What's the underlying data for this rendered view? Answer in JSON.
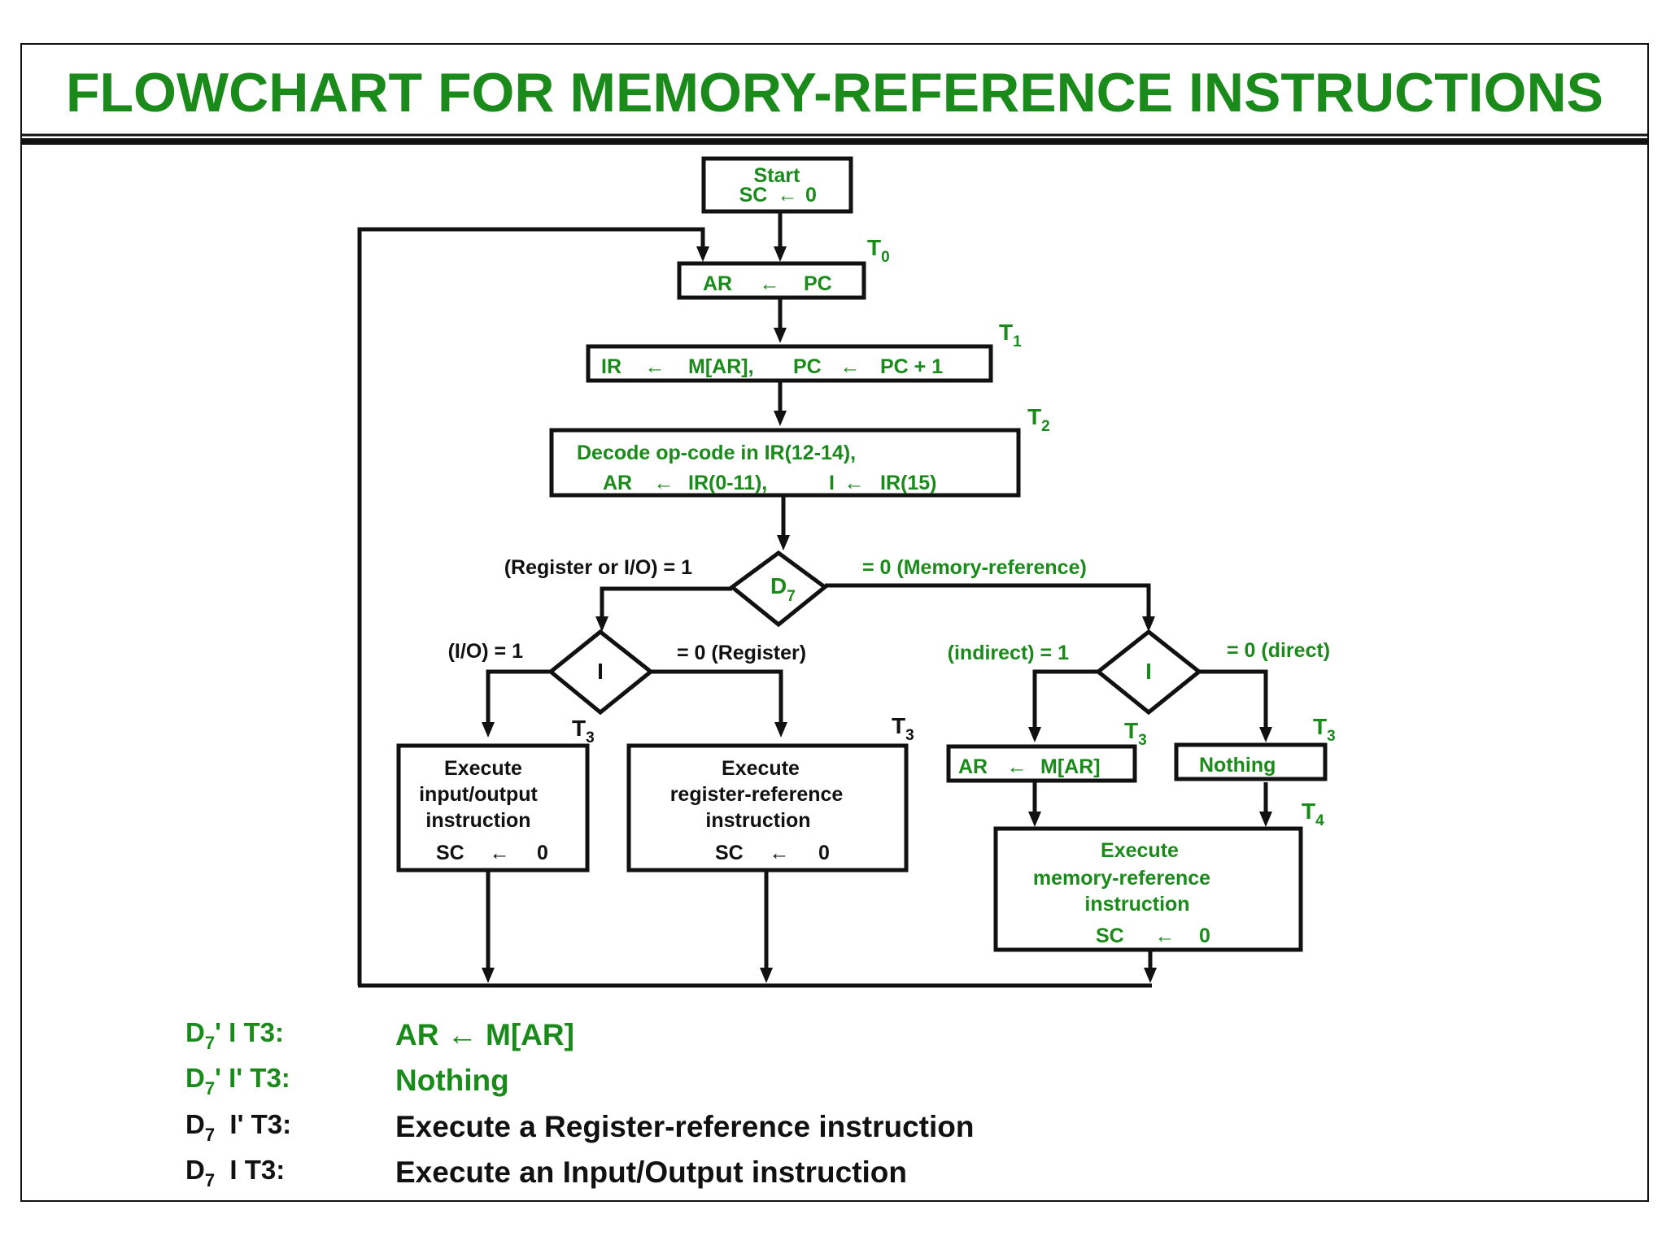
{
  "title": "FLOWCHART FOR MEMORY-REFERENCE INSTRUCTIONS",
  "colors": {
    "green": "#1a8a1a",
    "black": "#111111"
  },
  "arrow": "←",
  "start": {
    "line1": "Start",
    "lhs": "SC",
    "rhs": "0"
  },
  "t0": {
    "label": "T",
    "sub": "0",
    "lhs": "AR",
    "rhs": "PC"
  },
  "t1": {
    "label": "T",
    "sub": "1",
    "a_lhs": "IR",
    "a_rhs": "M[AR],",
    "b_lhs": "PC",
    "b_rhs": "PC + 1"
  },
  "t2": {
    "label": "T",
    "sub": "2",
    "line1": "Decode op-code in IR(12-14),",
    "a_lhs": "AR",
    "a_rhs": "IR(0-11),",
    "b_lhs": "I",
    "b_rhs": "IR(15)"
  },
  "d7": {
    "name": "D",
    "sub": "7",
    "left_label": "(Register or I/O) = 1",
    "right_label": "= 0 (Memory-reference)"
  },
  "i_left": {
    "name": "I",
    "left_label": "(I/O) = 1",
    "right_label": "= 0 (Register)"
  },
  "i_right": {
    "name": "I",
    "left_label": "(indirect) = 1",
    "right_label": "= 0 (direct)"
  },
  "t3": {
    "label": "T",
    "sub": "3"
  },
  "t4": {
    "label": "T",
    "sub": "4"
  },
  "io_box": {
    "line1": "Execute",
    "line2": "input/output",
    "line3": "instruction",
    "lhs": "SC",
    "rhs": "0"
  },
  "reg_box": {
    "line1": "Execute",
    "line2": "register-reference",
    "line3": "instruction",
    "lhs": "SC",
    "rhs": "0"
  },
  "indirect_box": {
    "lhs": "AR",
    "rhs": "M[AR]"
  },
  "direct_box": {
    "text": "Nothing"
  },
  "mem_box": {
    "line1": "Execute",
    "line2": "memory-reference",
    "line3": "instruction",
    "lhs": "SC",
    "rhs": "0"
  },
  "legend": [
    {
      "cond_d": "D",
      "cond_sub": "7",
      "cond_rest": "' I T3:",
      "action": "AR ← M[AR]",
      "color": "green"
    },
    {
      "cond_d": "D",
      "cond_sub": "7",
      "cond_rest": "' I' T3:",
      "action": "Nothing",
      "color": "green"
    },
    {
      "cond_d": "D",
      "cond_sub": "7",
      "cond_rest": "  I' T3:",
      "action": "Execute a Register-reference instruction",
      "color": "black"
    },
    {
      "cond_d": "D",
      "cond_sub": "7",
      "cond_rest": "  I T3:",
      "action": "Execute an Input/Output instruction",
      "color": "black"
    }
  ]
}
